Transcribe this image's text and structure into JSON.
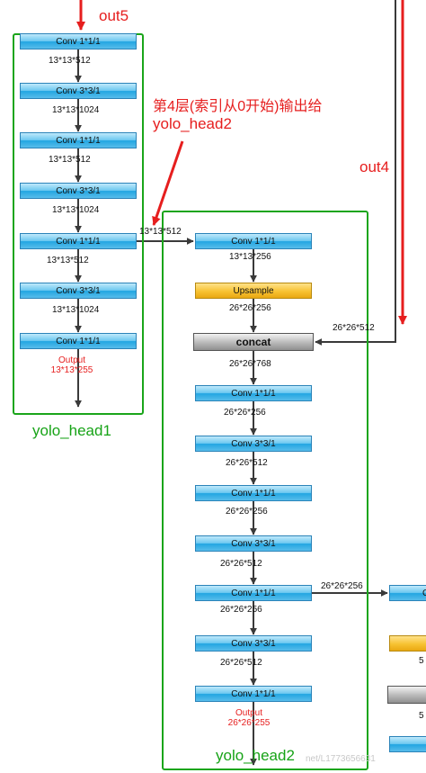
{
  "annotations": {
    "out5": "out5",
    "out4": "out4",
    "note_line1": "第4层(索引从0开始)输出给",
    "note_line2": "yolo_head2",
    "head1_title": "yolo_head1",
    "head2_title": "yolo_head2",
    "watermark": "net/L1773656631"
  },
  "head1": {
    "layers": [
      {
        "label": "Conv 1*1/1",
        "shape": "13*13*512"
      },
      {
        "label": "Conv 3*3/1",
        "shape": "13*13*1024"
      },
      {
        "label": "Conv 1*1/1",
        "shape": "13*13*512"
      },
      {
        "label": "Conv 3*3/1",
        "shape": "13*13*1024"
      },
      {
        "label": "Conv 1*1/1",
        "shape": "13*13*512"
      },
      {
        "label": "Conv 3*3/1",
        "shape": "13*13*1024"
      },
      {
        "label": "Conv 1*1/1",
        "shape": ""
      }
    ],
    "output_label": "Output",
    "output_shape": "13*13*255",
    "branch_shape": "13*13*512"
  },
  "head2": {
    "layers": [
      {
        "type": "conv",
        "label": "Conv 1*1/1",
        "shape": "13*13*256"
      },
      {
        "type": "upsample",
        "label": "Upsample",
        "shape": "26*26*256"
      },
      {
        "type": "concat",
        "label": "concat",
        "shape": "26*26*768"
      },
      {
        "type": "conv",
        "label": "Conv 1*1/1",
        "shape": "26*26*256"
      },
      {
        "type": "conv",
        "label": "Conv 3*3/1",
        "shape": "26*26*512"
      },
      {
        "type": "conv",
        "label": "Conv 1*1/1",
        "shape": "26*26*256"
      },
      {
        "type": "conv",
        "label": "Conv 3*3/1",
        "shape": "26*26*512"
      },
      {
        "type": "conv",
        "label": "Conv 1*1/1",
        "shape": "26*26*256"
      },
      {
        "type": "conv",
        "label": "Conv 3*3/1",
        "shape": "26*26*512"
      },
      {
        "type": "conv",
        "label": "Conv 1*1/1",
        "shape": ""
      }
    ],
    "output_label": "Output",
    "output_shape": "26*26*255",
    "concat_input_shape": "26*26*512",
    "branch_shape": "26*26*256"
  },
  "head3_partial": {
    "labels": [
      "C",
      "5",
      "5"
    ]
  }
}
